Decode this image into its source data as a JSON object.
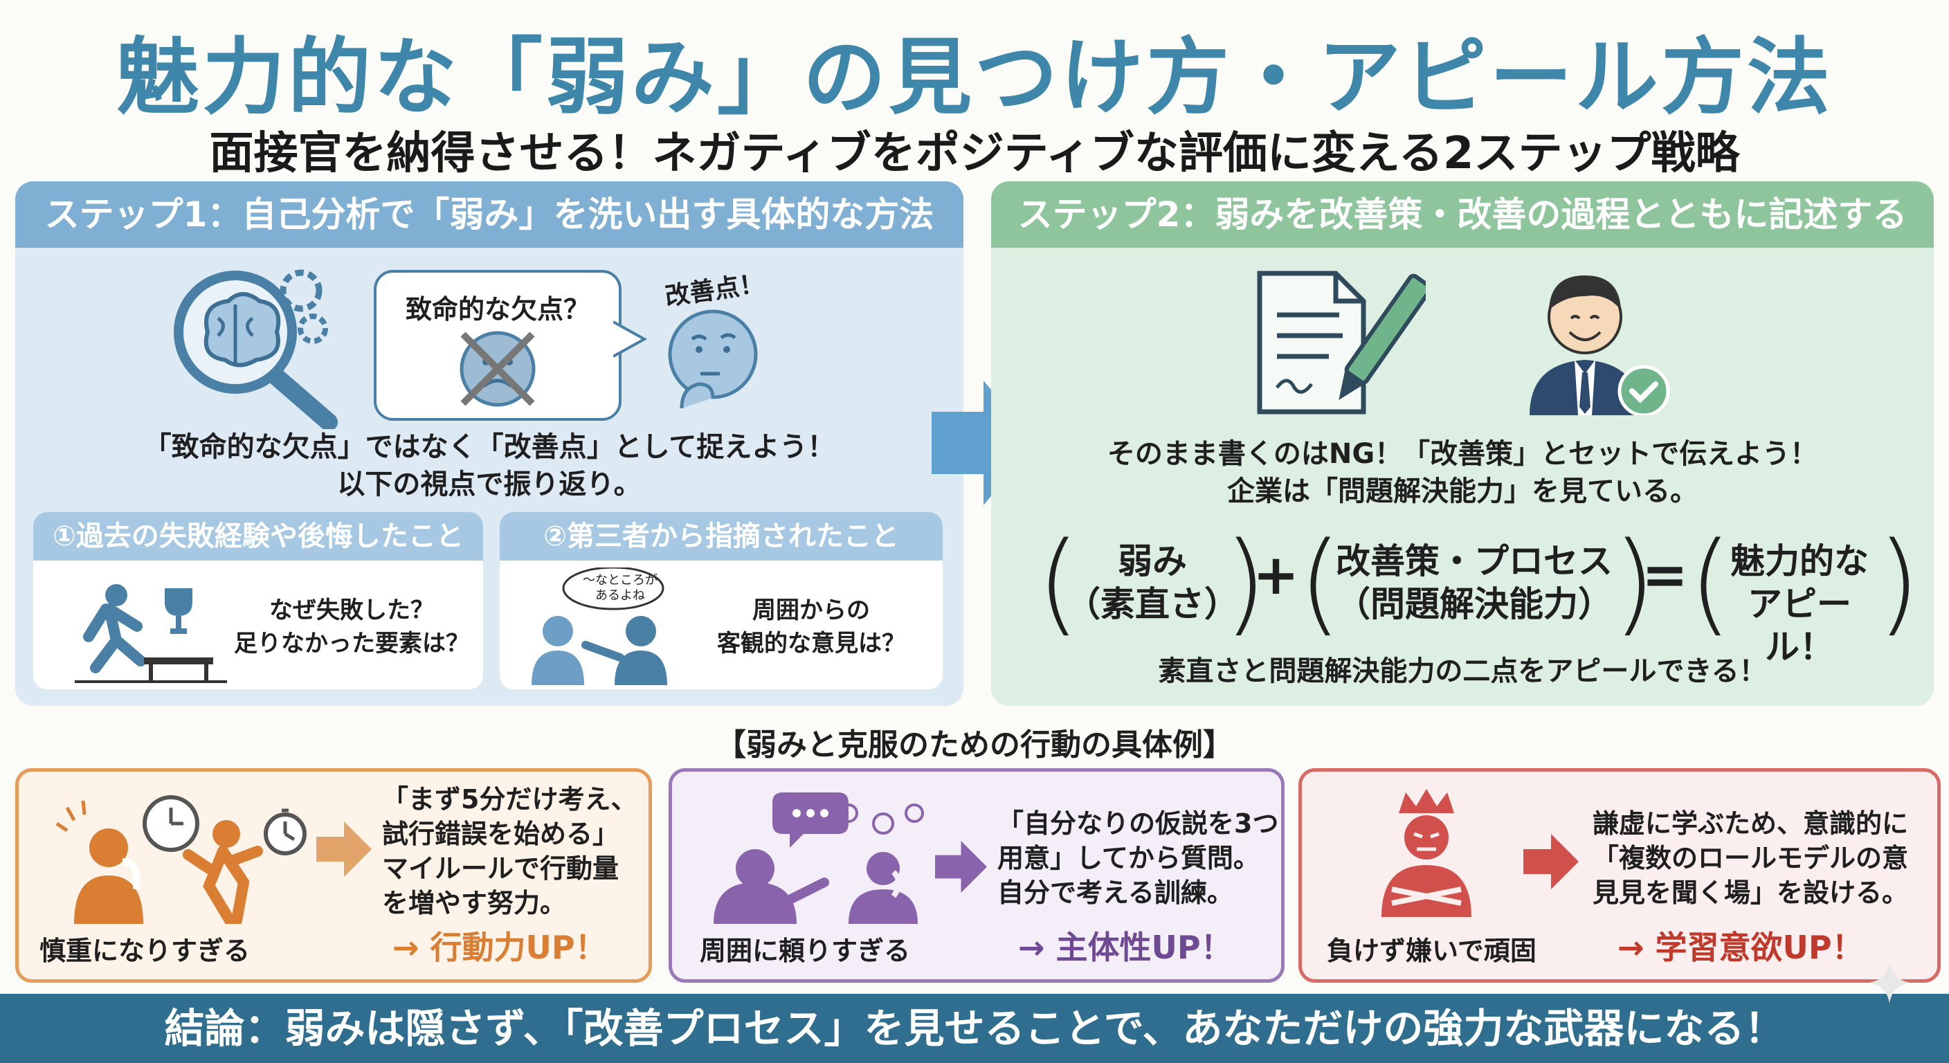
{
  "title": "魅力的な「弱み」の見つけ方・アピール方法",
  "subtitle": "面接官を納得させる！ネガティブをポジティブな評価に変える2ステップ戦略",
  "step1": {
    "header": "ステップ1：自己分析で「弱み」を洗い出す具体的な方法",
    "bubble_text": "致命的な欠点？",
    "improve_label": "改善点！",
    "desc_line1": "「致命的な欠点」ではなく「改善点」として捉えよう！",
    "desc_line2": "以下の視点で振り返り。",
    "sub1": {
      "header": "①過去の失敗経験や後悔したこと",
      "line1": "なぜ失敗した？",
      "line2": "足りなかった要素は？"
    },
    "sub2": {
      "header": "②第三者から指摘されたこと",
      "speech_line1": "〜なところが",
      "speech_line2": "あるよね",
      "line1": "周囲からの",
      "line2": "客観的な意見は？"
    }
  },
  "step2": {
    "header": "ステップ2：弱みを改善策・改善の過程とともに記述する",
    "desc_line1": "そのまま書くのはNG！「改善策」とセットで伝えよう！",
    "desc_line2": "企業は「問題解決能力」を見ている。",
    "eq": {
      "a_line1": "弱み",
      "a_line2": "（素直さ）",
      "plus": "+",
      "b_line1": "改善策・プロセス",
      "b_line2": "（問題解決能力）",
      "equals": "=",
      "c_line1": "魅力的な",
      "c_line2": "アピール！"
    },
    "conclusion": "素直さと問題解決能力の二点をアピールできる！"
  },
  "examples_title": "【弱みと克服のための行動の具体例】",
  "examples": [
    {
      "label": "慎重になりすぎる",
      "text_lines": [
        "「まず5分だけ考え、",
        "試行錯誤を始める」",
        "マイルールで行動量",
        "を増やす努力。"
      ],
      "result": "→ 行動力UP！",
      "color": "#e59c58"
    },
    {
      "label": "周囲に頼りすぎる",
      "text_lines": [
        "「自分なりの仮説を3つ",
        "用意」してから質問。",
        "自分で考える訓練。"
      ],
      "result": "→ 主体性UP！",
      "color": "#8a63ad"
    },
    {
      "label": "負けず嫌いで頑固",
      "text_lines": [
        "謙虚に学ぶため、意識的に",
        "「複数のロールモデルの意",
        "見見を聞く場」を設ける。"
      ],
      "result": "→ 学習意欲UP！",
      "color": "#d2504c"
    }
  ],
  "footer": "結論：弱みは隠さず、「改善プロセス」を見せることで、あなただけの強力な武器になる！",
  "colors": {
    "title": "#3f87aa",
    "step1": "#7fafd3",
    "step2": "#8ec59c",
    "footer": "#2f6e8e"
  }
}
